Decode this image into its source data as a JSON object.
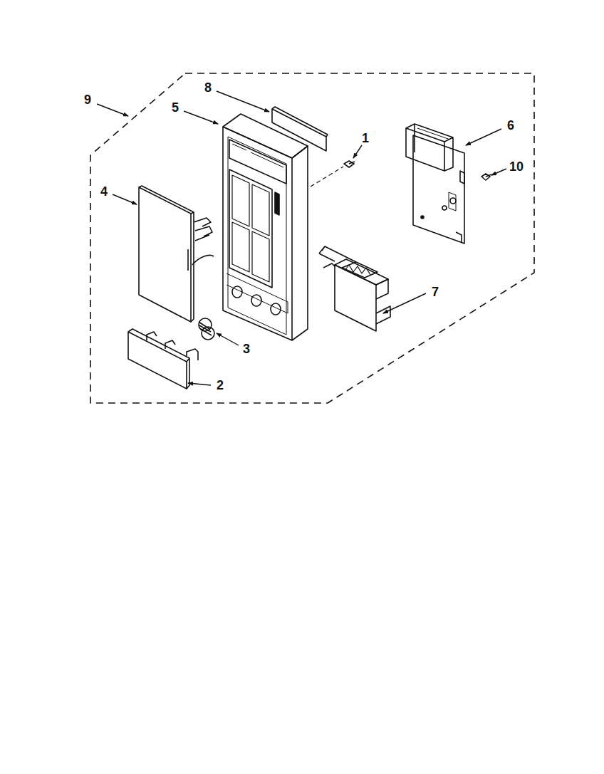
{
  "diagram": {
    "labels": [
      "9",
      "8",
      "5",
      "1",
      "6",
      "10",
      "4",
      "7",
      "3",
      "2"
    ]
  }
}
